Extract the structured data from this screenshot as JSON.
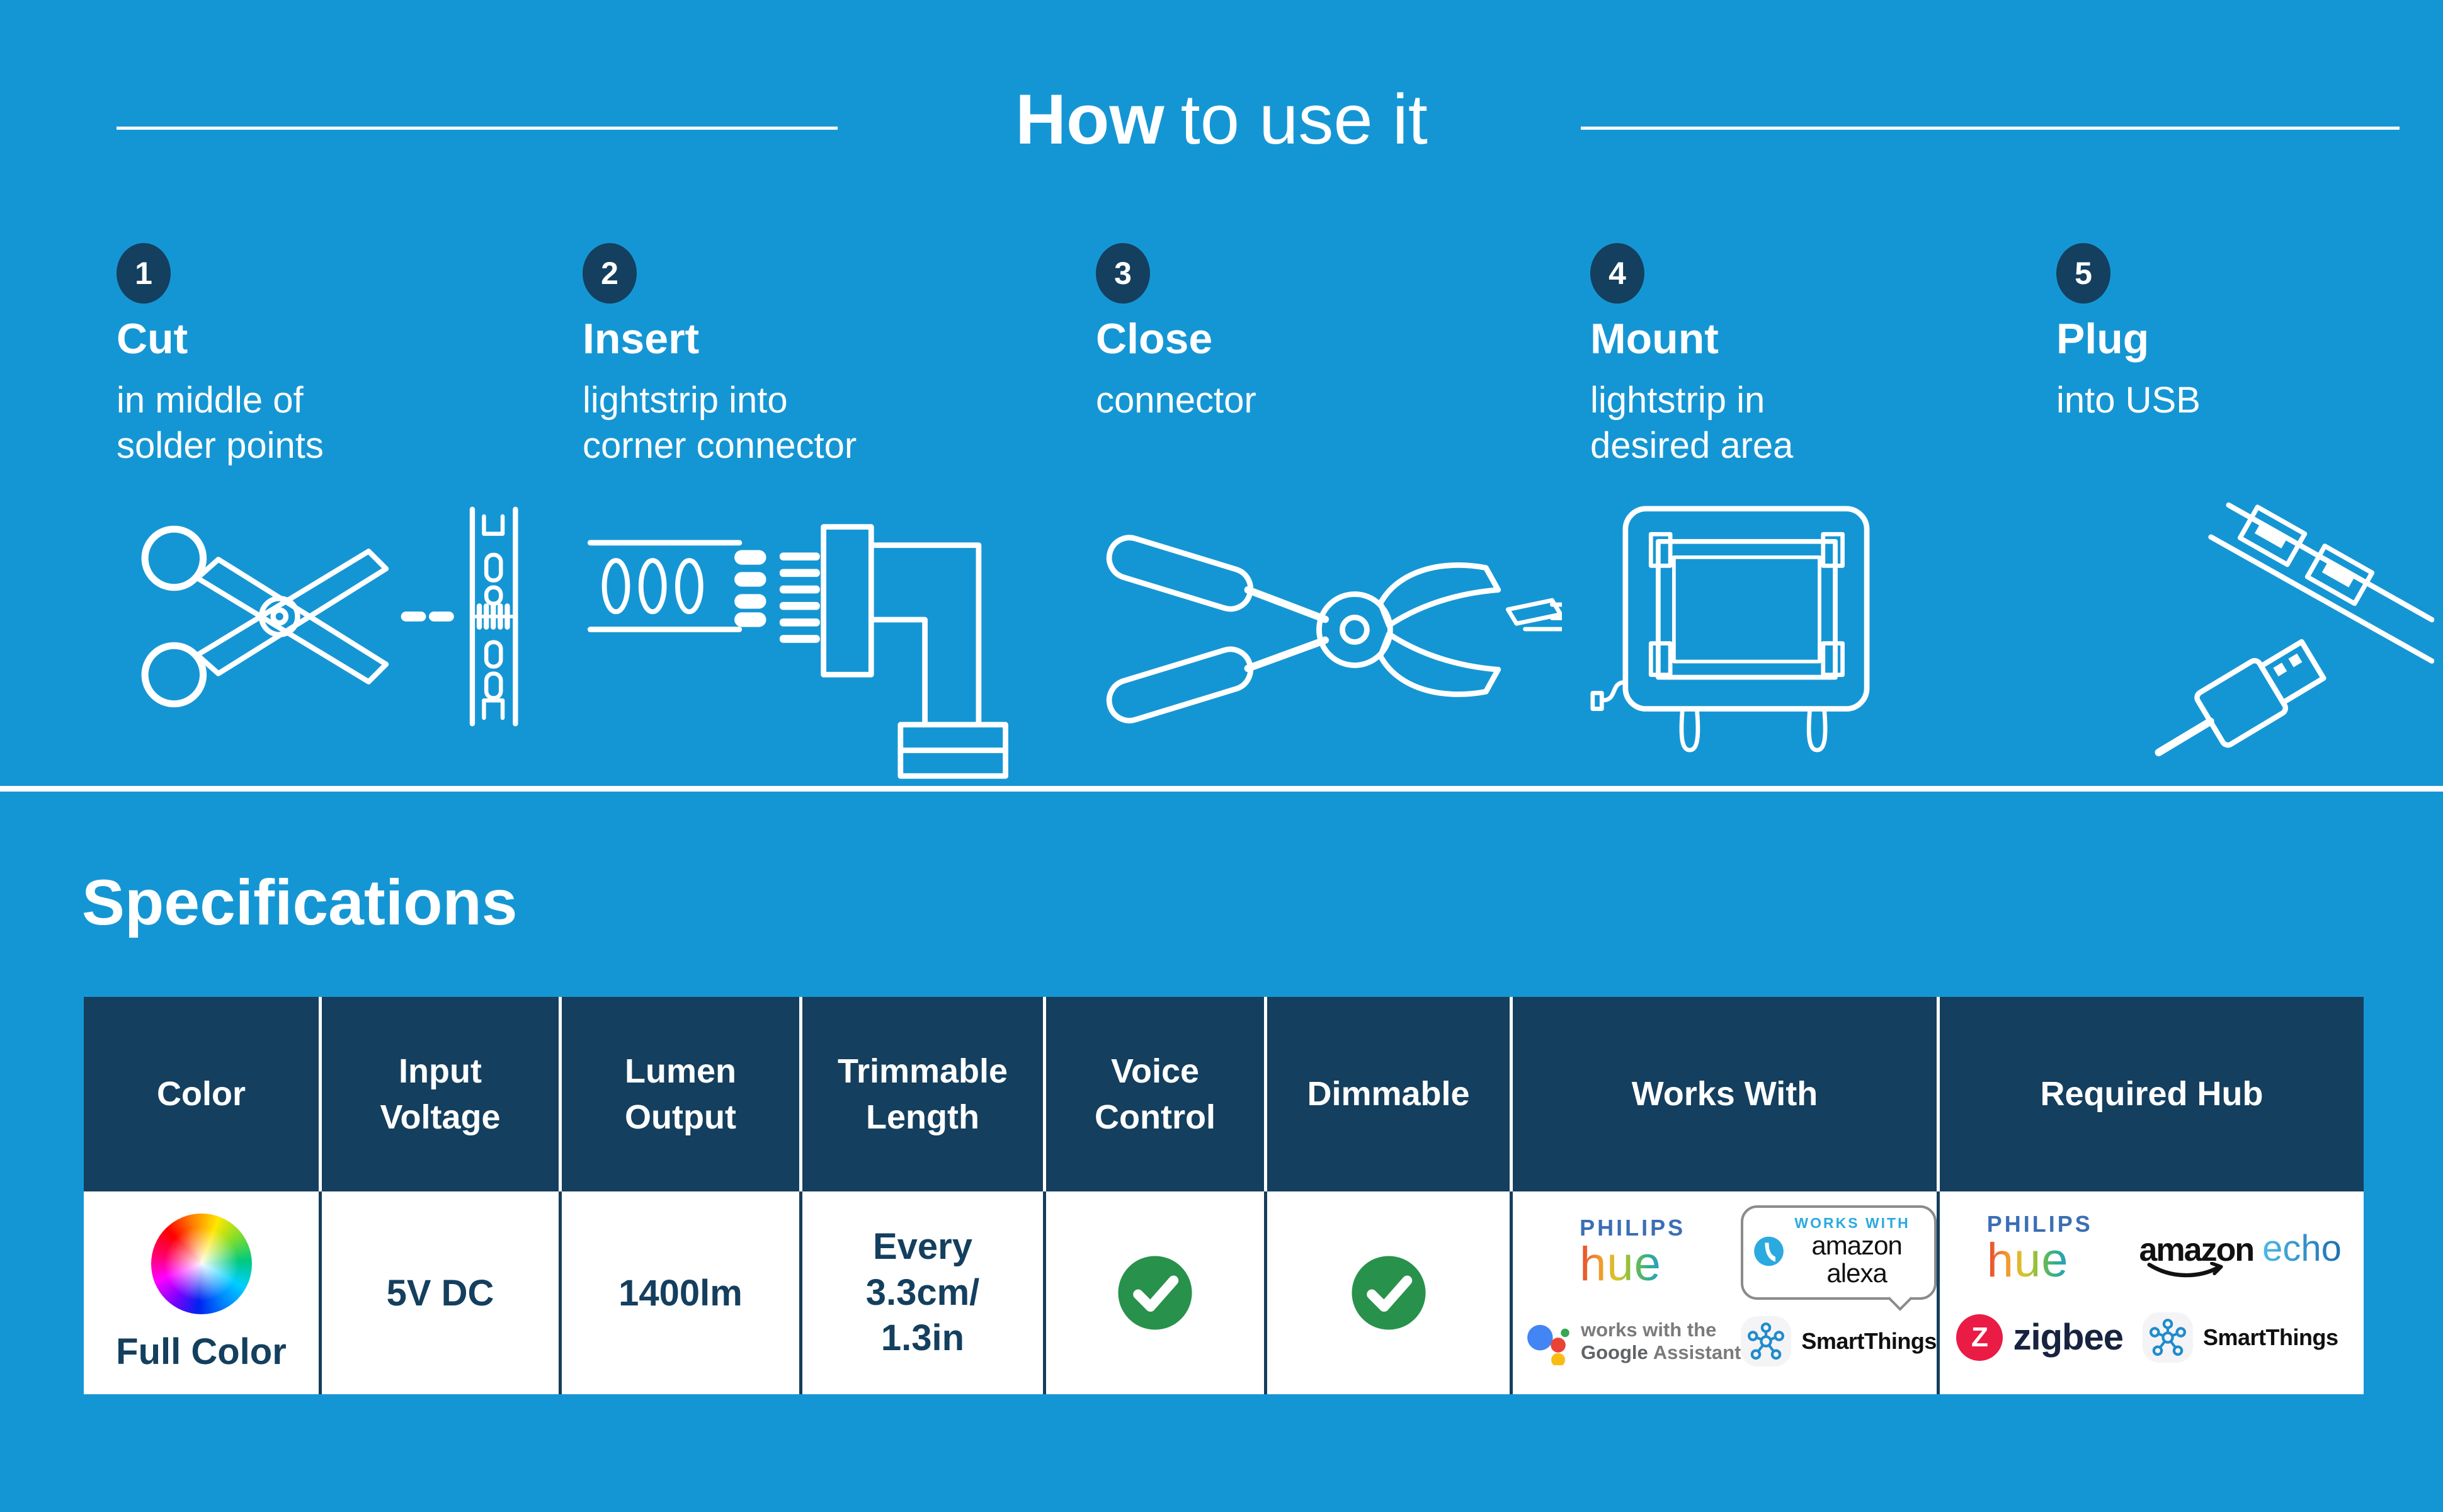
{
  "theme": {
    "background": "#1596D4",
    "navy": "#143F5E",
    "green": "#28914B",
    "white": "#FFFFFF"
  },
  "header": {
    "title_bold": "How",
    "title_rest": "to use it"
  },
  "steps": [
    {
      "number": "1",
      "title": "Cut",
      "description": "in middle of\nsolder points",
      "icon": "scissors-lightstrip"
    },
    {
      "number": "2",
      "title": "Insert",
      "description": "lightstrip into\ncorner connector",
      "icon": "strip-into-connector"
    },
    {
      "number": "3",
      "title": "Close",
      "description": "connector",
      "icon": "pliers-connector"
    },
    {
      "number": "4",
      "title": "Mount",
      "description": "lightstrip in\ndesired area",
      "icon": "tv-mount"
    },
    {
      "number": "5",
      "title": "Plug",
      "description": "into USB",
      "icon": "usb-plug"
    }
  ],
  "specs": {
    "heading": "Specifications",
    "columns": [
      "Color",
      "Input Voltage",
      "Lumen Output",
      "Trimmable Length",
      "Voice Control",
      "Dimmable",
      "Works With",
      "Required Hub"
    ],
    "row": {
      "color_label": "Full Color",
      "input_voltage": "5V DC",
      "lumen_output": "1400lm",
      "trimmable_length": "Every\n3.3cm/\n1.3in",
      "voice_control": "yes",
      "dimmable": "yes",
      "works_with": [
        "Philips Hue",
        "Works with Amazon Alexa",
        "Works with the Google Assistant",
        "SmartThings"
      ],
      "required_hub": [
        "Philips Hue",
        "Amazon Echo",
        "Zigbee",
        "SmartThings"
      ]
    }
  },
  "logos": {
    "philips": "PHILIPS",
    "hue": "hue",
    "works_with_caps": "WORKS WITH",
    "amazon_alexa": "amazon alexa",
    "works_with_the": "works with the",
    "google": "Google",
    "assistant": "Assistant",
    "smartthings": "SmartThings",
    "amazon": "amazon",
    "echo": "echo",
    "zigbee_z": "Z",
    "zigbee": "zigbee"
  }
}
